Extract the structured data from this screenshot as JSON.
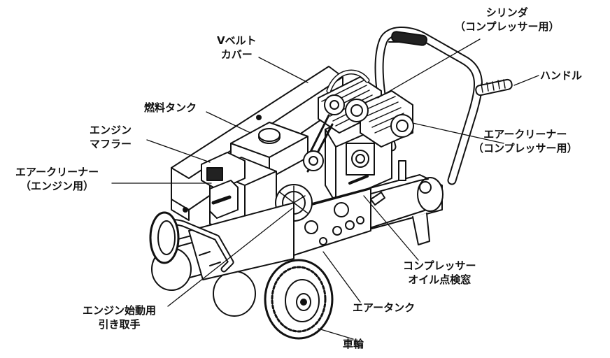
{
  "labels": {
    "v_belt_cover": [
      "Vベルト",
      "カバー"
    ],
    "cylinder": [
      "シリンダ",
      "（コンプレッサー用）"
    ],
    "handle": [
      "ハンドル"
    ],
    "fuel_tank": [
      "燃料タンク"
    ],
    "engine_muffler": [
      "エンジン",
      "マフラー"
    ],
    "air_cleaner_compressor": [
      "エアークリーナー",
      "（コンプレッサー用）"
    ],
    "air_cleaner_engine": [
      "エアークリーナー",
      "（エンジン用）"
    ],
    "oil_window": [
      "コンプレッサー",
      "オイル点検窓"
    ],
    "start_pull": [
      "エンジン始動用",
      "引き取手"
    ],
    "air_tank": [
      "エアータンク"
    ],
    "wheel": [
      "車輪"
    ]
  },
  "colors": {
    "line": "#111111",
    "background": "#ffffff",
    "fill_dark": "#222222",
    "fill_light": "#f2f2f2"
  }
}
